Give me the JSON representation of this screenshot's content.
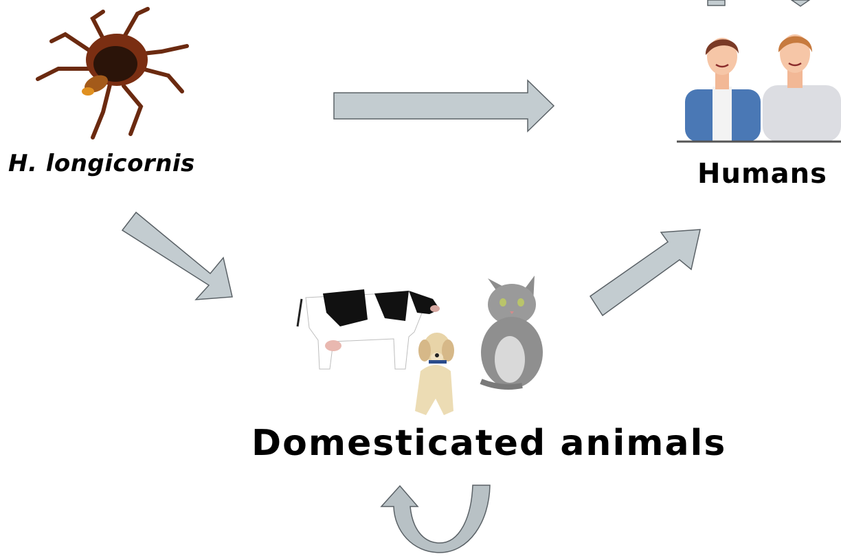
{
  "labels": {
    "tick": "H. longicornis",
    "humans": "Humans",
    "animals": "Domesticated animals"
  },
  "colors": {
    "arrow_fill": "#c3ccd0",
    "arrow_stroke": "#5a6166",
    "label_text": "#000000"
  },
  "icons": [
    "tick-icon",
    "humans-icon",
    "cow-icon",
    "dog-icon",
    "cat-icon"
  ]
}
